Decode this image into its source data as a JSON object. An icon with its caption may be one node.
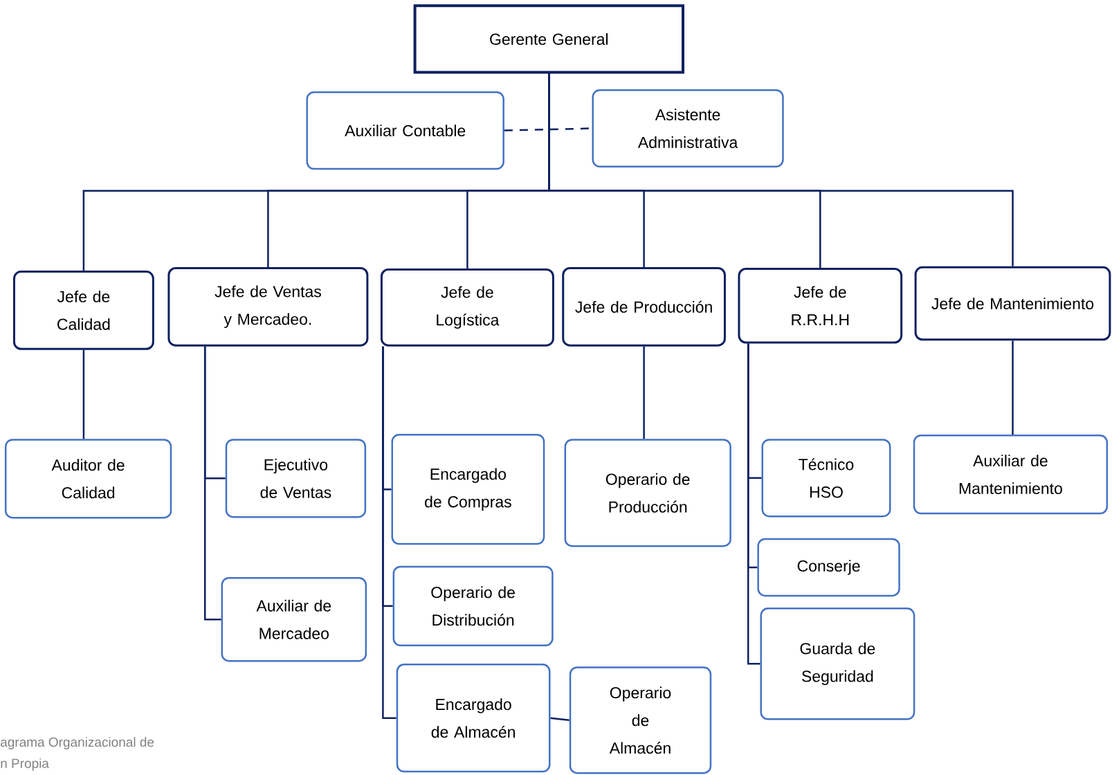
{
  "diagram": {
    "nodes": [
      {
        "text": [
          "Gerente General"
        ]
      },
      {
        "text": [
          "Auxiliar Contable"
        ]
      },
      {
        "text": [
          "Asistente Administrativa"
        ]
      },
      {
        "text": [
          "Jefe de Calidad"
        ]
      },
      {
        "text": [
          "Jefe de Ventas y Mercadeo."
        ]
      },
      {
        "text": [
          "Jefe de Logística"
        ]
      },
      {
        "text": [
          "Jefe de Producción"
        ]
      },
      {
        "text": [
          "Jefe de R.R.H.H"
        ]
      },
      {
        "text": [
          "Jefe de Mantenimiento"
        ]
      },
      {
        "text": [
          "Auditor de Calidad"
        ]
      },
      {
        "text": [
          "Ejecutivo de Ventas"
        ]
      },
      {
        "text": [
          "Auxiliar de Mercadeo"
        ]
      },
      {
        "text": [
          "Encargado de Compras"
        ]
      },
      {
        "text": [
          "Operario de Distribución"
        ]
      },
      {
        "text": [
          "Encargado de Almacén"
        ]
      },
      {
        "text": [
          "Operario de Almacén"
        ]
      },
      {
        "text": [
          "Operario de Producción"
        ]
      },
      {
        "text": [
          "Técnico HSO"
        ]
      },
      {
        "text": [
          "Conserje"
        ]
      },
      {
        "text": [
          "Guarda de Seguridad"
        ]
      },
      {
        "text": [
          "Auxiliar de Mantenimiento"
        ]
      }
    ],
    "edges": [
      {
        "from": 1,
        "to": 2,
        "arrow": "none",
        "style": "dashed"
      },
      {
        "from": 0,
        "to": 3,
        "arrow": "none"
      },
      {
        "from": 0,
        "to": 4,
        "arrow": "none"
      },
      {
        "from": 0,
        "to": 5,
        "arrow": "none"
      },
      {
        "from": 0,
        "to": 6,
        "arrow": "none"
      },
      {
        "from": 0,
        "to": 7,
        "arrow": "none"
      },
      {
        "from": 0,
        "to": 8,
        "arrow": "none"
      },
      {
        "from": 3,
        "to": 9,
        "arrow": "none"
      },
      {
        "from": 4,
        "to": 10,
        "arrow": "none"
      },
      {
        "from": 4,
        "to": 11,
        "arrow": "none"
      },
      {
        "from": 5,
        "to": 12,
        "arrow": "none"
      },
      {
        "from": 5,
        "to": 13,
        "arrow": "none"
      },
      {
        "from": 5,
        "to": 14,
        "arrow": "none"
      },
      {
        "from": 14,
        "to": 15,
        "arrow": "none"
      },
      {
        "from": 6,
        "to": 16,
        "arrow": "none"
      },
      {
        "from": 7,
        "to": 17,
        "arrow": "none"
      },
      {
        "from": 7,
        "to": 18,
        "arrow": "none"
      },
      {
        "from": 7,
        "to": 19,
        "arrow": "none"
      },
      {
        "from": 8,
        "to": 20,
        "arrow": "none"
      }
    ],
    "labels": [
      "agrama Organizacional de",
      "n Propia"
    ]
  }
}
